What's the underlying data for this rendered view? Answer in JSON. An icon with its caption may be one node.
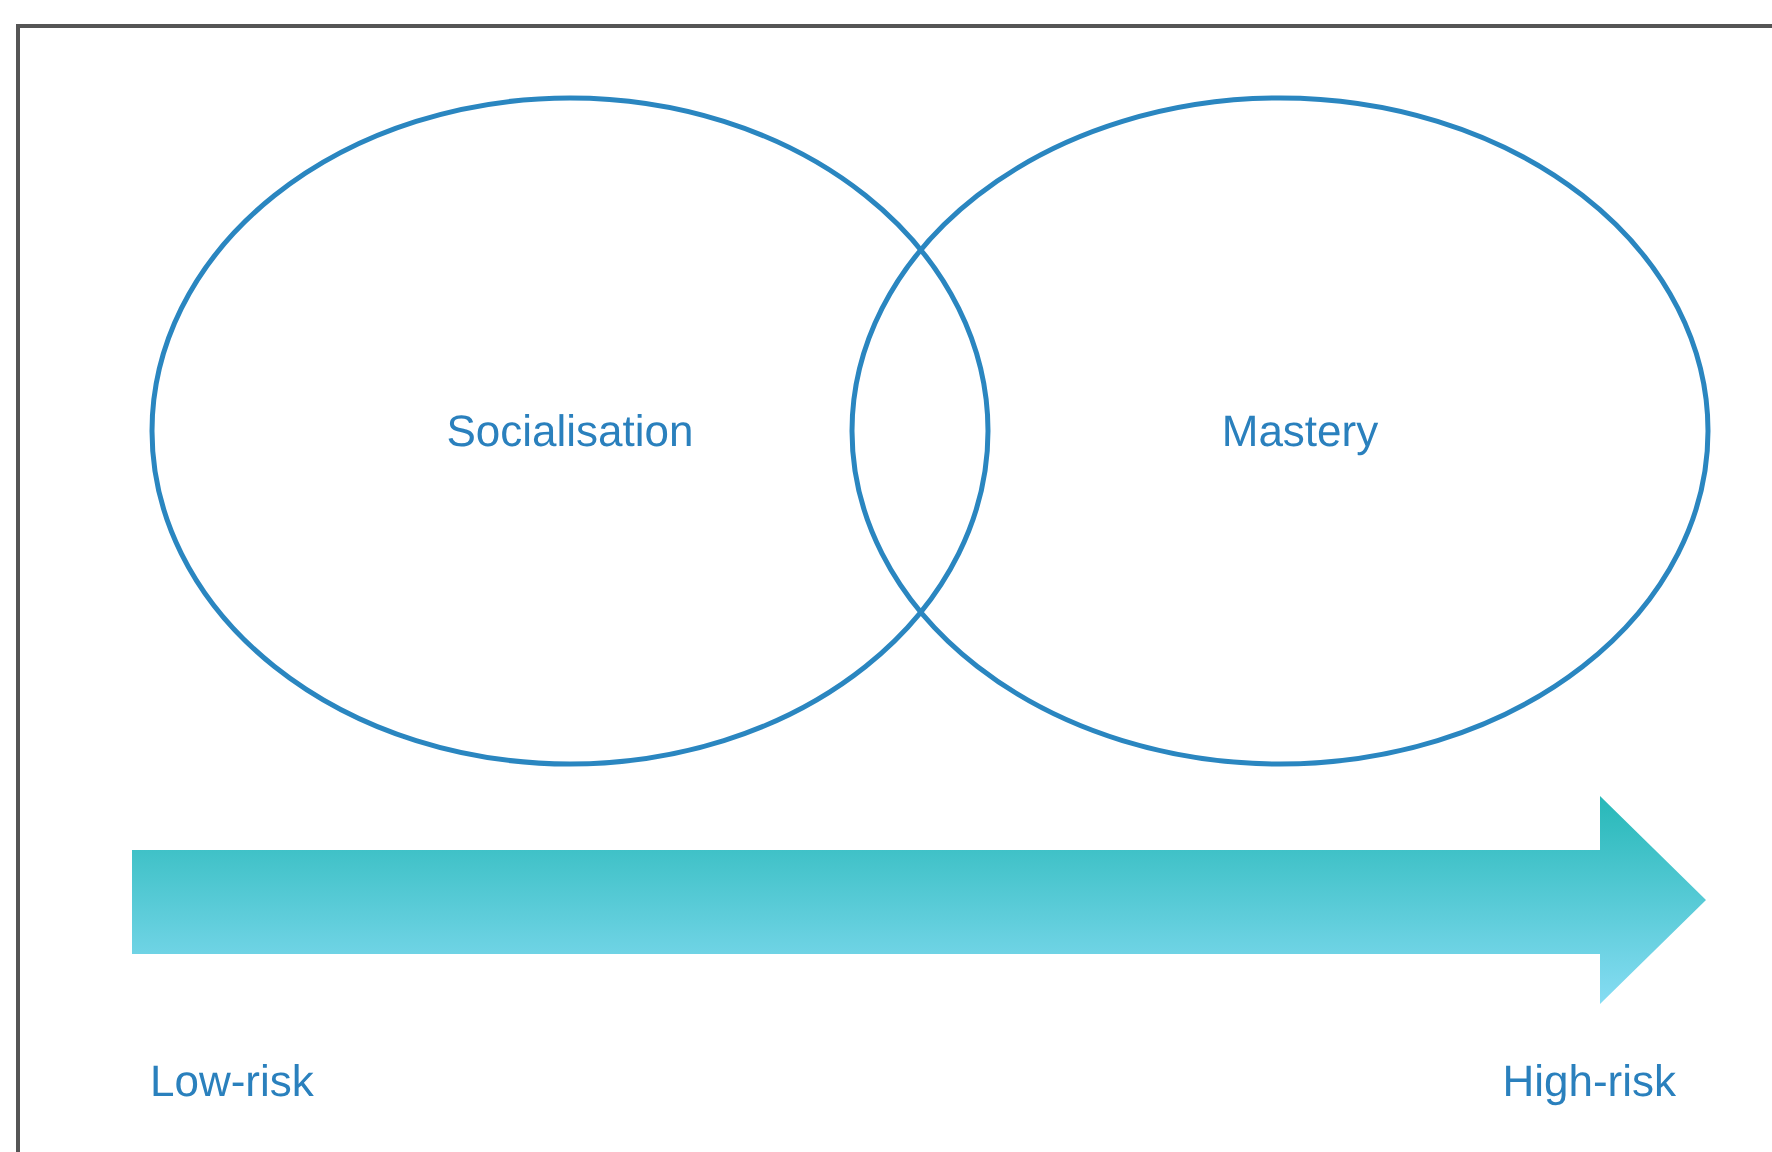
{
  "diagram": {
    "nodes": [
      {
        "text": [
          "Socialisation"
        ]
      },
      {
        "text": [
          "Mastery"
        ]
      }
    ],
    "edges": [],
    "labels": [
      "Low-risk",
      "High-risk"
    ]
  }
}
